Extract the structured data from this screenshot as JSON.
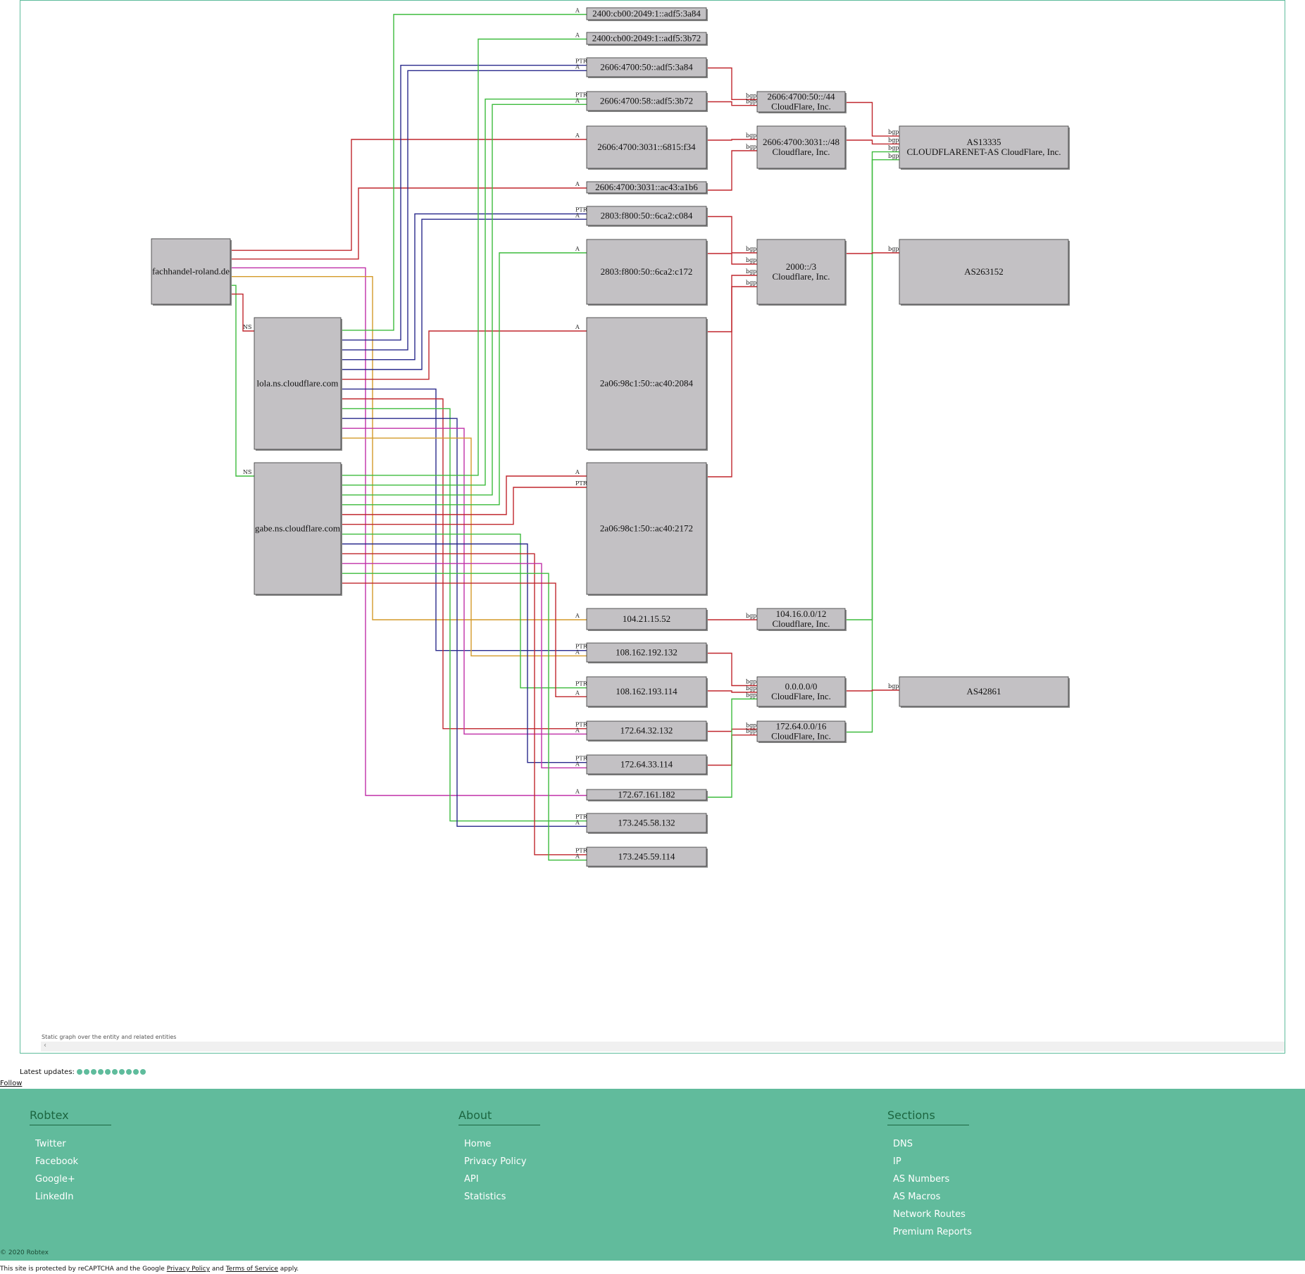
{
  "graph": {
    "caption": "Static graph over the entity and related entities",
    "nodes": [
      {
        "id": "root",
        "label": [
          "fachhandel-roland.de"
        ]
      },
      {
        "id": "lola",
        "label": [
          "lola.ns.cloudflare.com"
        ]
      },
      {
        "id": "gabe",
        "label": [
          "gabe.ns.cloudflare.com"
        ]
      },
      {
        "id": "ip1",
        "label": [
          "2400:cb00:2049:1::adf5:3a84"
        ]
      },
      {
        "id": "ip2",
        "label": [
          "2400:cb00:2049:1::adf5:3b72"
        ]
      },
      {
        "id": "ip3",
        "label": [
          "2606:4700:50::adf5:3a84"
        ]
      },
      {
        "id": "ip4",
        "label": [
          "2606:4700:58::adf5:3b72"
        ]
      },
      {
        "id": "ip5",
        "label": [
          "2606:4700:3031::6815:f34"
        ]
      },
      {
        "id": "ip6",
        "label": [
          "2606:4700:3031::ac43:a1b6"
        ]
      },
      {
        "id": "ip7",
        "label": [
          "2803:f800:50::6ca2:c084"
        ]
      },
      {
        "id": "ip8",
        "label": [
          "2803:f800:50::6ca2:c172"
        ]
      },
      {
        "id": "ip9",
        "label": [
          "2a06:98c1:50::ac40:2084"
        ]
      },
      {
        "id": "ip10",
        "label": [
          "2a06:98c1:50::ac40:2172"
        ]
      },
      {
        "id": "ip11",
        "label": [
          "104.21.15.52"
        ]
      },
      {
        "id": "ip12",
        "label": [
          "108.162.192.132"
        ]
      },
      {
        "id": "ip13",
        "label": [
          "108.162.193.114"
        ]
      },
      {
        "id": "ip14",
        "label": [
          "172.64.32.132"
        ]
      },
      {
        "id": "ip15",
        "label": [
          "172.64.33.114"
        ]
      },
      {
        "id": "ip16",
        "label": [
          "172.67.161.182"
        ]
      },
      {
        "id": "ip17",
        "label": [
          "173.245.58.132"
        ]
      },
      {
        "id": "ip18",
        "label": [
          "173.245.59.114"
        ]
      },
      {
        "id": "r1",
        "label": [
          "2606:4700:50::/44",
          "CloudFlare, Inc."
        ]
      },
      {
        "id": "r2",
        "label": [
          "2606:4700:3031::/48",
          "Cloudflare, Inc."
        ]
      },
      {
        "id": "r3",
        "label": [
          "2000::/3",
          "Cloudflare, Inc."
        ]
      },
      {
        "id": "r4",
        "label": [
          "104.16.0.0/12",
          "Cloudflare, Inc."
        ]
      },
      {
        "id": "r5",
        "label": [
          "0.0.0.0/0",
          "CloudFlare, Inc."
        ]
      },
      {
        "id": "r6",
        "label": [
          "172.64.0.0/16",
          "CloudFlare, Inc."
        ]
      },
      {
        "id": "as1",
        "label": [
          "AS13335",
          "CLOUDFLARENET-AS CloudFlare, Inc."
        ]
      },
      {
        "id": "as2",
        "label": [
          "AS263152"
        ]
      },
      {
        "id": "as3",
        "label": [
          "AS42861"
        ]
      }
    ],
    "edges": [
      {
        "from": "root",
        "to": "ip5",
        "label": "A",
        "color": "#c0272d"
      },
      {
        "from": "root",
        "to": "ip6",
        "label": "A",
        "color": "#c0272d"
      },
      {
        "from": "root",
        "to": "ip16",
        "label": "A",
        "color": "#c030a8"
      },
      {
        "from": "root",
        "to": "ip11",
        "label": "A",
        "color": "#d49a2a"
      },
      {
        "from": "root",
        "to": "gabe",
        "label": "NS",
        "color": "#3dbb3d"
      },
      {
        "from": "root",
        "to": "lola",
        "label": "NS",
        "color": "#c0272d"
      },
      {
        "from": "lola",
        "to": "ip1",
        "label": "A",
        "color": "#3dbb3d"
      },
      {
        "from": "lola",
        "to": "ip3",
        "label": "PTR",
        "color": "#2a2a8c"
      },
      {
        "from": "lola",
        "to": "ip3",
        "label": "A",
        "color": "#2a2a8c"
      },
      {
        "from": "lola",
        "to": "ip7",
        "label": "PTR",
        "color": "#2a2a8c"
      },
      {
        "from": "lola",
        "to": "ip7",
        "label": "A",
        "color": "#2a2a8c"
      },
      {
        "from": "lola",
        "to": "ip9",
        "label": "A",
        "color": "#c0272d"
      },
      {
        "from": "lola",
        "to": "ip12",
        "label": "PTR",
        "color": "#2a2a8c"
      },
      {
        "from": "lola",
        "to": "ip14",
        "label": "PTR",
        "color": "#c0272d"
      },
      {
        "from": "lola",
        "to": "ip17",
        "label": "PTR",
        "color": "#3dbb3d"
      },
      {
        "from": "lola",
        "to": "ip17",
        "label": "A",
        "color": "#2a2a8c"
      },
      {
        "from": "lola",
        "to": "ip14",
        "label": "A",
        "color": "#c030a8"
      },
      {
        "from": "lola",
        "to": "ip12",
        "label": "A",
        "color": "#d49a2a"
      },
      {
        "from": "gabe",
        "to": "ip2",
        "label": "A",
        "color": "#3dbb3d"
      },
      {
        "from": "gabe",
        "to": "ip4",
        "label": "PTR",
        "color": "#3dbb3d"
      },
      {
        "from": "gabe",
        "to": "ip4",
        "label": "A",
        "color": "#3dbb3d"
      },
      {
        "from": "gabe",
        "to": "ip8",
        "label": "A",
        "color": "#3dbb3d"
      },
      {
        "from": "gabe",
        "to": "ip10",
        "label": "A",
        "color": "#c0272d"
      },
      {
        "from": "gabe",
        "to": "ip10",
        "label": "PTR",
        "color": "#c0272d"
      },
      {
        "from": "gabe",
        "to": "ip13",
        "label": "PTR",
        "color": "#3dbb3d"
      },
      {
        "from": "gabe",
        "to": "ip15",
        "label": "PTR",
        "color": "#2a2a8c"
      },
      {
        "from": "gabe",
        "to": "ip18",
        "label": "PTR",
        "color": "#c0272d"
      },
      {
        "from": "gabe",
        "to": "ip15",
        "label": "A",
        "color": "#c030a8"
      },
      {
        "from": "gabe",
        "to": "ip18",
        "label": "A",
        "color": "#3dbb3d"
      },
      {
        "from": "gabe",
        "to": "ip13",
        "label": "A",
        "color": "#c0272d"
      },
      {
        "from": "ip3",
        "to": "r1",
        "label": "bgp",
        "color": "#c0272d"
      },
      {
        "from": "ip4",
        "to": "r1",
        "label": "bgp",
        "color": "#c0272d"
      },
      {
        "from": "ip5",
        "to": "r2",
        "label": "bgp",
        "color": "#c0272d"
      },
      {
        "from": "ip6",
        "to": "r2",
        "label": "bgp",
        "color": "#c0272d"
      },
      {
        "from": "ip7",
        "to": "r3",
        "label": "bgp",
        "color": "#c0272d"
      },
      {
        "from": "ip8",
        "to": "r3",
        "label": "bgp",
        "color": "#c0272d"
      },
      {
        "from": "ip9",
        "to": "r3",
        "label": "bgp",
        "color": "#c0272d"
      },
      {
        "from": "ip10",
        "to": "r3",
        "label": "bgp",
        "color": "#c0272d"
      },
      {
        "from": "ip11",
        "to": "r4",
        "label": "bgp",
        "color": "#c0272d"
      },
      {
        "from": "ip12",
        "to": "r5",
        "label": "bgp",
        "color": "#c0272d"
      },
      {
        "from": "ip13",
        "to": "r5",
        "label": "bgp",
        "color": "#c0272d"
      },
      {
        "from": "ip14",
        "to": "r6",
        "label": "bgp",
        "color": "#c0272d"
      },
      {
        "from": "ip15",
        "to": "r6",
        "label": "bgp",
        "color": "#c0272d"
      },
      {
        "from": "ip16",
        "to": "r5",
        "label": "bgp",
        "color": "#3dbb3d"
      },
      {
        "from": "r1",
        "to": "as1",
        "label": "bgp",
        "color": "#c0272d"
      },
      {
        "from": "r2",
        "to": "as1",
        "label": "bgp",
        "color": "#c0272d"
      },
      {
        "from": "r4",
        "to": "as1",
        "label": "bgp",
        "color": "#3dbb3d"
      },
      {
        "from": "r6",
        "to": "as1",
        "label": "bgp",
        "color": "#3dbb3d"
      },
      {
        "from": "r3",
        "to": "as2",
        "label": "bgp",
        "color": "#c0272d"
      },
      {
        "from": "r5",
        "to": "as3",
        "label": "bgp",
        "color": "#c0272d"
      }
    ]
  },
  "updates": {
    "label": "Latest updates:",
    "dot_count": 10
  },
  "follow_label": "Follow",
  "footer": {
    "background": "#61bb9c",
    "columns": [
      {
        "title": "Robtex",
        "items": [
          "Twitter",
          "Facebook",
          "Google+",
          "LinkedIn"
        ]
      },
      {
        "title": "About",
        "items": [
          "Home",
          "Privacy Policy",
          "API",
          "Statistics"
        ]
      },
      {
        "title": "Sections",
        "items": [
          "DNS",
          "IP",
          "AS Numbers",
          "AS Macros",
          "Network Routes",
          "Premium Reports"
        ]
      }
    ],
    "copyright": "© 2020 Robtex"
  },
  "recaptcha": {
    "prefix": "This site is protected by reCAPTCHA and the Google",
    "privacy": "Privacy Policy",
    "and": "and",
    "terms": "Terms of Service",
    "suffix": "apply."
  }
}
